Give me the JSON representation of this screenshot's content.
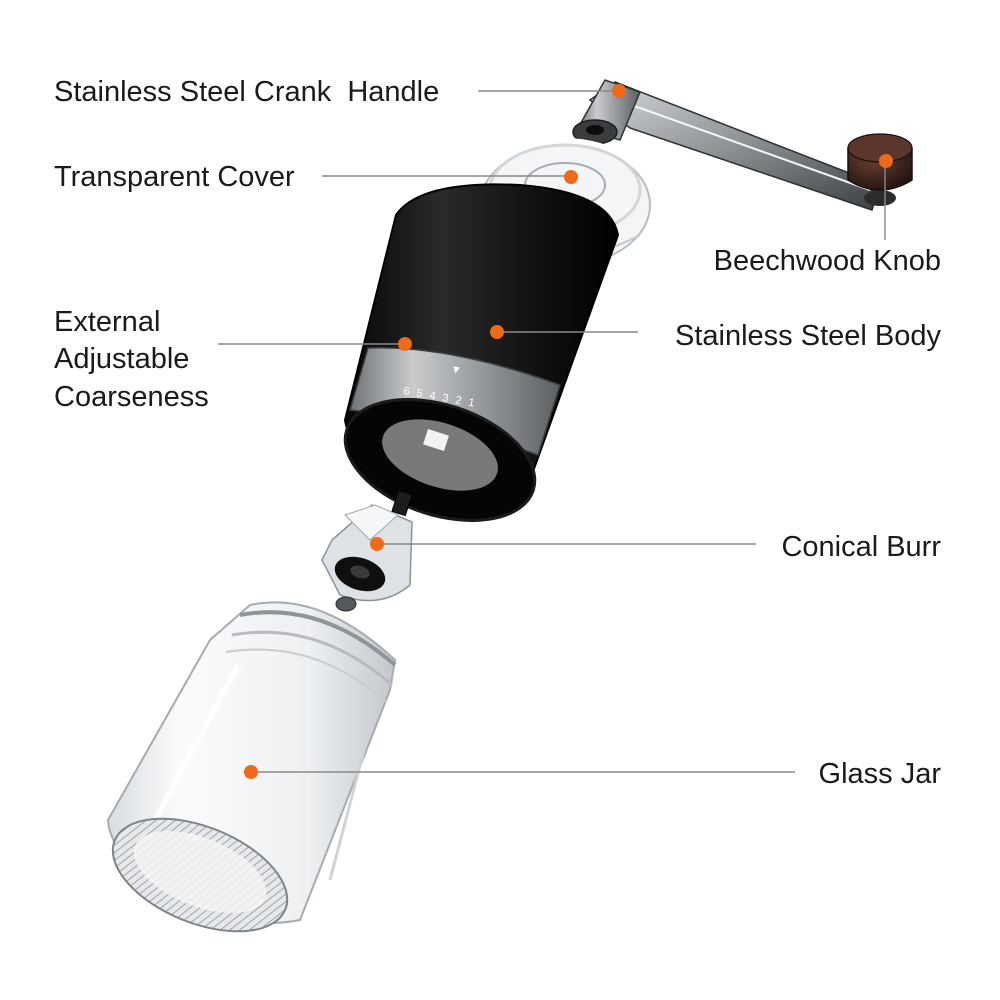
{
  "labels": {
    "crank_handle": "Stainless Steel Crank  Handle",
    "transparent_cover": "Transparent Cover",
    "beechwood_knob": "Beechwood Knob",
    "coarseness_line1": "External",
    "coarseness_line2": "Adjustable",
    "coarseness_line3": "Coarseness",
    "steel_body": "Stainless Steel Body",
    "conical_burr": "Conical Burr",
    "glass_jar": "Glass Jar"
  },
  "dial": {
    "numbers": "6 5 4 3 2 1",
    "marker": "▼"
  },
  "colors": {
    "dot": "#ee6a1a",
    "body": "#151515",
    "steel": "#a9acaf",
    "wood": "#3b231d",
    "leader": "#8a8a8a",
    "text": "#1a1a1a"
  }
}
